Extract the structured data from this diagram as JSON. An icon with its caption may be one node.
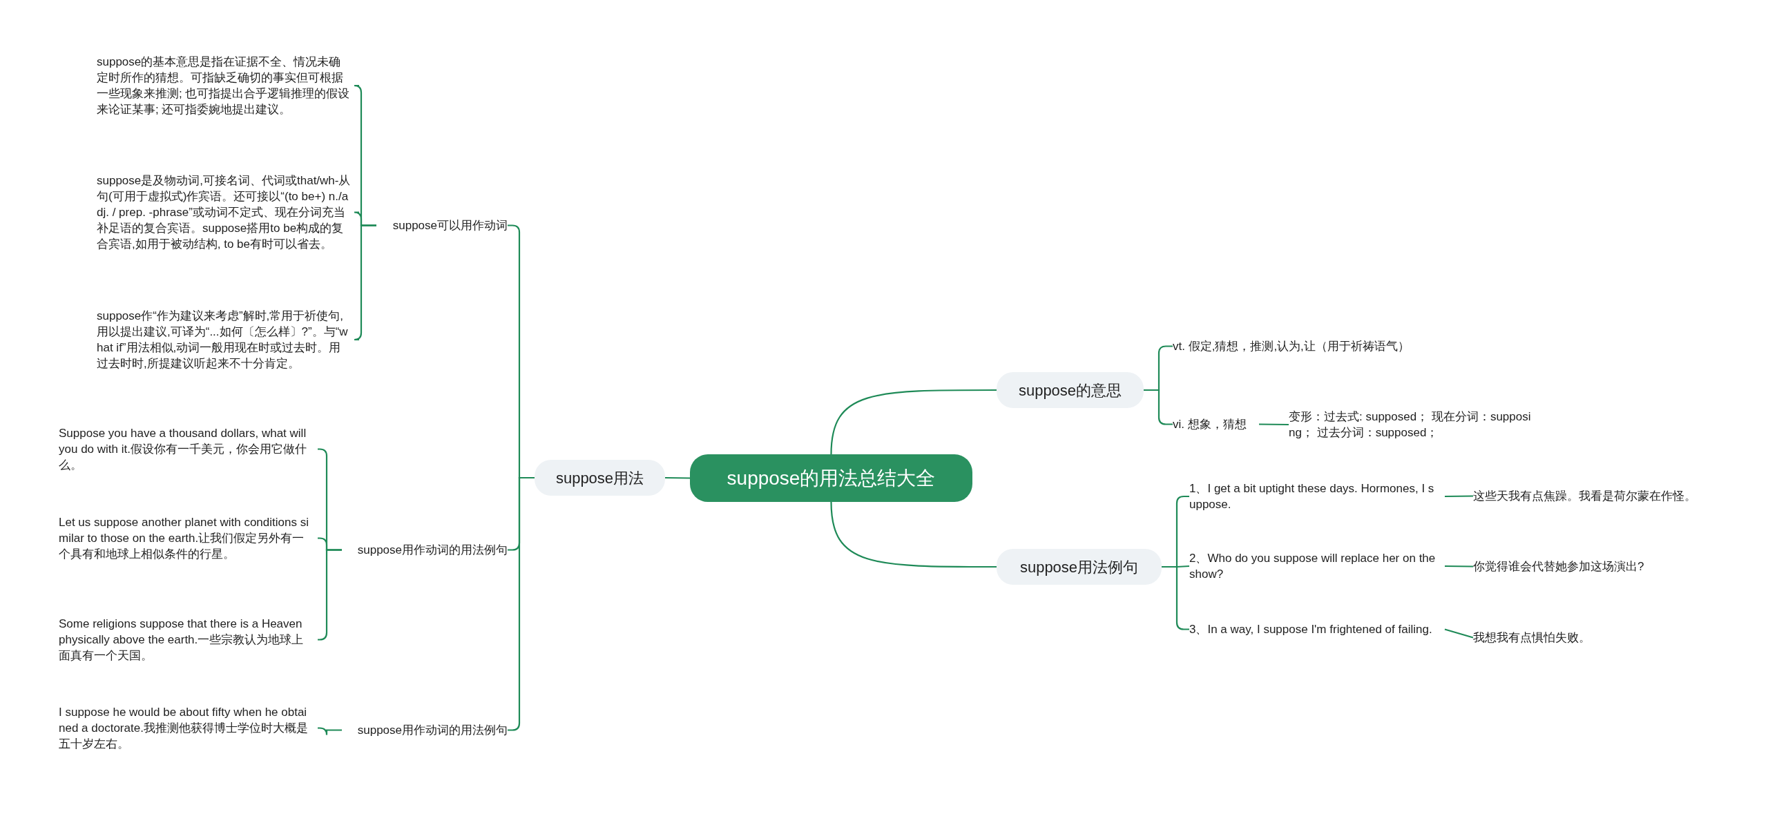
{
  "diagram": {
    "nodes": [
      {
        "text": [
          "suppose的用法总结大全"
        ]
      },
      {
        "text": [
          "suppose用法"
        ]
      },
      {
        "text": [
          "suppose可以用作动词"
        ]
      },
      {
        "text": [
          "suppose的基本意思是指在证据不全、情况未确定时所作的猜想。可指缺乏确切的事实但可根据一些现象来推测; 也可指提出合乎逻辑推理的假设来论证某事; 还可指委婉地提出建议。"
        ]
      },
      {
        "text": [
          "suppose是及物动词,可接名词、代词或that/wh-从句(可用于虚拟式)作宾语。还可接以“(to be+) n./adj. / prep. -phrase”或动词不定式、现在分词充当补足语的复合宾语。suppose搭用to be构成的复合宾语,如用于被动结构, to be有时可以省去。"
        ]
      },
      {
        "text": [
          "suppose作“作为建议来考虑”解时,常用于祈使句,用以提出建议,可译为“...如何〔怎么样〕?”。与“what if”用法相似,动词一般用现在时或过去时。用过去时时,所提建议听起来不十分肯定。"
        ]
      },
      {
        "text": [
          "suppose用作动词的用法例句"
        ]
      },
      {
        "text": [
          "Suppose you have a thousand dollars, what will you do with it.假设你有一千美元，你会用它做什么。"
        ]
      },
      {
        "text": [
          "Let us suppose another planet with conditions similar to those on the earth.让我们假定另外有一个具有和地球上相似条件的行星。"
        ]
      },
      {
        "text": [
          "Some religions suppose that there is a Heaven physically above the earth.一些宗教认为地球上面真有一个天国。"
        ]
      },
      {
        "text": [
          "suppose用作动词的用法例句"
        ]
      },
      {
        "text": [
          "I suppose he would be about fifty when he obtained a doctorate.我推测他获得博士学位时大概是五十岁左右。"
        ]
      },
      {
        "text": [
          "suppose的意思"
        ]
      },
      {
        "text": [
          "vt. 假定,猜想，推测,认为,让（用于祈祷语气）"
        ]
      },
      {
        "text": [
          "vi. 想象，猜想"
        ]
      },
      {
        "text": [
          "变形：过去式: supposed； 现在分词：supposing； 过去分词：supposed；"
        ]
      },
      {
        "text": [
          "suppose用法例句"
        ]
      },
      {
        "text": [
          "1、I get a bit uptight these days. Hormones, I suppose."
        ]
      },
      {
        "text": [
          "这些天我有点焦躁。我看是荷尔蒙在作怪。"
        ]
      },
      {
        "text": [
          "2、Who do you suppose will replace her on the show?"
        ]
      },
      {
        "text": [
          "你觉得谁会代替她参加这场演出?"
        ]
      },
      {
        "text": [
          "3、In a way, I suppose I'm frightened of failing."
        ]
      },
      {
        "text": [
          "我想我有点惧怕失败。"
        ]
      }
    ],
    "edges": [
      {
        "from": 0,
        "to": 1,
        "arrow": "none"
      },
      {
        "from": 1,
        "to": 2,
        "arrow": "none"
      },
      {
        "from": 2,
        "to": 3,
        "arrow": "none"
      },
      {
        "from": 2,
        "to": 4,
        "arrow": "none"
      },
      {
        "from": 2,
        "to": 5,
        "arrow": "none"
      },
      {
        "from": 1,
        "to": 6,
        "arrow": "none"
      },
      {
        "from": 6,
        "to": 7,
        "arrow": "none"
      },
      {
        "from": 6,
        "to": 8,
        "arrow": "none"
      },
      {
        "from": 6,
        "to": 9,
        "arrow": "none"
      },
      {
        "from": 1,
        "to": 10,
        "arrow": "none"
      },
      {
        "from": 10,
        "to": 11,
        "arrow": "none"
      },
      {
        "from": 0,
        "to": 12,
        "arrow": "none"
      },
      {
        "from": 12,
        "to": 13,
        "arrow": "none"
      },
      {
        "from": 12,
        "to": 14,
        "arrow": "none"
      },
      {
        "from": 14,
        "to": 15,
        "arrow": "none"
      },
      {
        "from": 0,
        "to": 16,
        "arrow": "none"
      },
      {
        "from": 16,
        "to": 17,
        "arrow": "none"
      },
      {
        "from": 17,
        "to": 18,
        "arrow": "none"
      },
      {
        "from": 16,
        "to": 19,
        "arrow": "none"
      },
      {
        "from": 19,
        "to": 20,
        "arrow": "none"
      },
      {
        "from": 16,
        "to": 21,
        "arrow": "none"
      },
      {
        "from": 21,
        "to": 22,
        "arrow": "none"
      }
    ]
  }
}
